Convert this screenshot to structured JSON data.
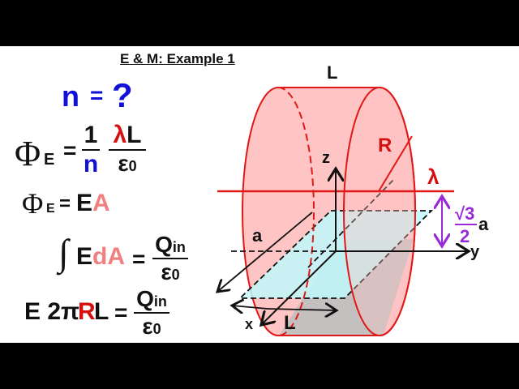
{
  "title": "E & M: Example 1",
  "question": {
    "lhs": "n",
    "eq": "=",
    "rhs": "?"
  },
  "equations": {
    "eq1": {
      "lhs_symbol": "Φ",
      "lhs_sub": "E",
      "eq": "=",
      "frac1_num": "1",
      "frac1_den": "n",
      "frac2_num_lambda": "λ",
      "frac2_num_L": "L",
      "frac2_den": "ε",
      "frac2_den_sub": "0"
    },
    "eq2": {
      "lhs_symbol": "Φ",
      "lhs_sub": "E",
      "eq": "=",
      "rhs_E": "E",
      "rhs_A": "A"
    },
    "eq3": {
      "integral": "∫",
      "E": "E",
      "dA": "dA",
      "eq": "=",
      "num": "Q",
      "num_sub": "in",
      "den": "ε",
      "den_sub": "0"
    },
    "eq4": {
      "lhs_E": "E 2π",
      "lhs_R": "R",
      "lhs_L": "L",
      "eq": "=",
      "num": "Q",
      "num_sub": "in",
      "den": "ε",
      "den_sub": "0"
    }
  },
  "diagram": {
    "label_L_top": "L",
    "label_R": "R",
    "label_lambda": "λ",
    "label_z": "z",
    "label_y": "y",
    "label_x": "x",
    "label_a": "a",
    "label_L_bottom": "L",
    "height_num": "√3",
    "height_den": "2",
    "height_a": "a",
    "colors": {
      "cylinder_fill": "#ffc4c4",
      "cylinder_stroke": "#e01818",
      "plane_fill": "#bff8fa",
      "shadow_fill": "#c4c0c0",
      "height_arrow": "#9a2ad8",
      "line_charge": "#e01818"
    }
  }
}
